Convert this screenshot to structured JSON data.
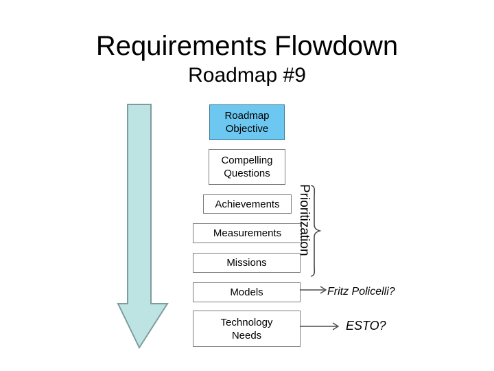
{
  "slide": {
    "title": "Requirements Flowdown",
    "subtitle": "Roadmap #9"
  },
  "colors": {
    "accent_box_fill": "#6CC8F0",
    "accent_box_border": "#3F7A94",
    "box_border": "#7A7A7A",
    "box_fill": "#FFFFFF",
    "arrow_fill": "#BEE3E3",
    "arrow_border": "#7C9CA0",
    "text": "#000000",
    "background": "#FFFFFF"
  },
  "flow": {
    "boxes": [
      {
        "id": "roadmap-objective",
        "label": "Roadmap\nObjective",
        "highlighted": true
      },
      {
        "id": "compelling-questions",
        "label": "Compelling\nQuestions",
        "highlighted": false
      },
      {
        "id": "achievements",
        "label": "Achievements",
        "highlighted": false
      },
      {
        "id": "measurements",
        "label": "Measurements",
        "highlighted": false
      },
      {
        "id": "missions",
        "label": "Missions",
        "highlighted": false
      },
      {
        "id": "models",
        "label": "Models",
        "highlighted": false
      },
      {
        "id": "technology-needs",
        "label": "Technology\nNeeds",
        "highlighted": false
      }
    ]
  },
  "grouping": {
    "brace_label": "Prioritization",
    "brace_covers": [
      "achievements",
      "measurements",
      "missions"
    ]
  },
  "annotations": [
    {
      "id": "models-owner",
      "text": "Fritz Policelli?",
      "from_box": "models"
    },
    {
      "id": "technology-needs-owner",
      "text": "ESTO?",
      "from_box": "technology-needs"
    }
  ],
  "icons": {
    "big_down_arrow": "down-arrow-icon",
    "brace": "curly-brace-icon",
    "annotation_arrow": "arrow-right-icon"
  }
}
